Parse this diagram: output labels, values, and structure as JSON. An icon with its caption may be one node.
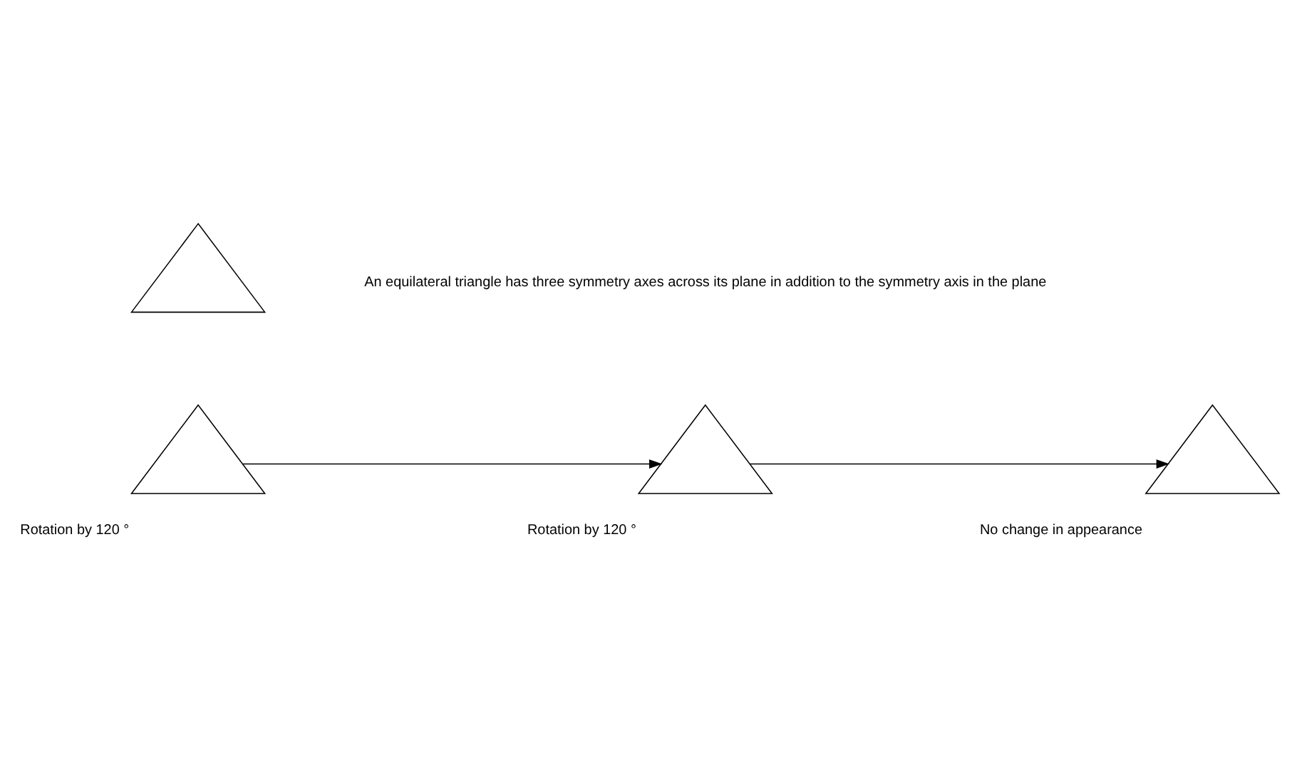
{
  "diagram": {
    "nodes": [
      {
        "text": [],
        "shape": "triangle",
        "beside": [
          "Rotation by 120 °"
        ]
      },
      {
        "text": [],
        "shape": "triangle",
        "beside": [
          "Rotation by 120 °"
        ]
      },
      {
        "text": [],
        "shape": "triangle",
        "beside": [
          "No change in appearance"
        ]
      },
      {
        "text": [],
        "shape": "triangle"
      }
    ],
    "edges": [
      {
        "from": 0,
        "to": 1,
        "arrow": "to"
      },
      {
        "from": 1,
        "to": 2,
        "arrow": "to"
      }
    ],
    "labels": [
      "An equilateral triangle has three symmetry axes across its plane in addition to the symmetry axis in the plane"
    ]
  }
}
